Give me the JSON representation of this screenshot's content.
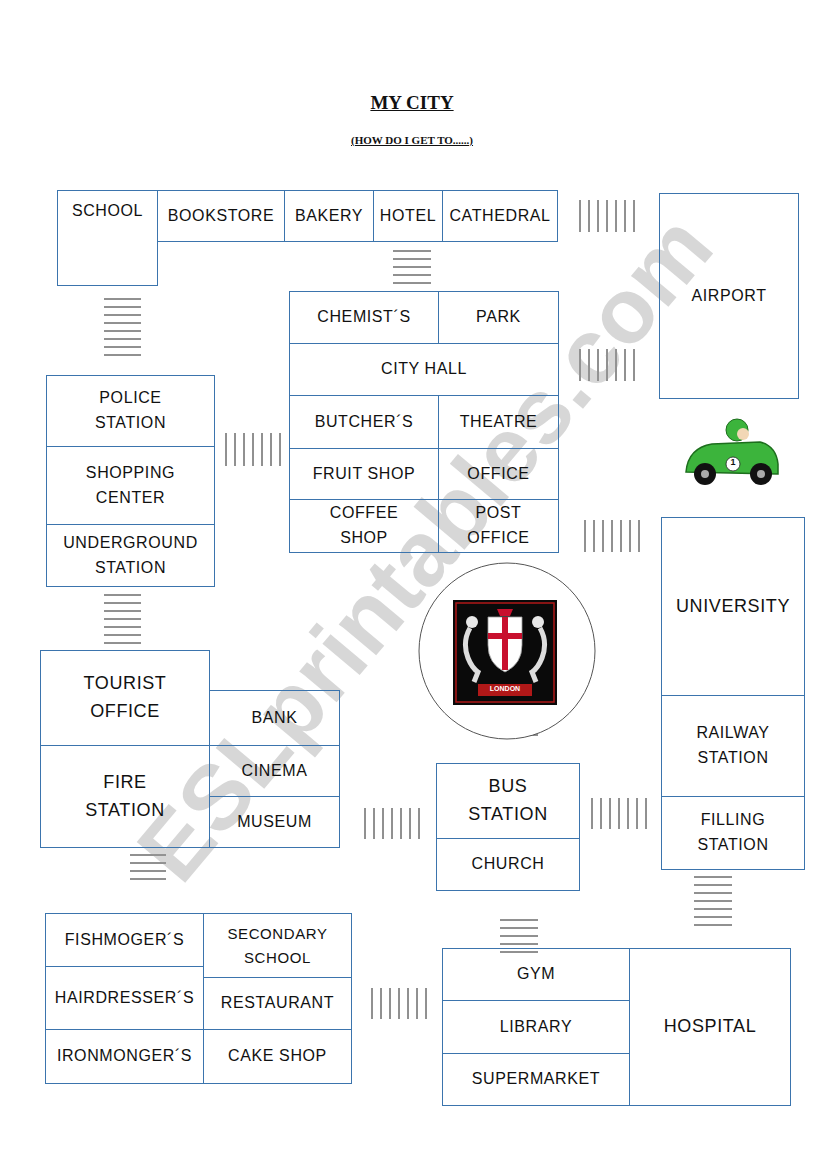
{
  "diagram": {
    "title": "MY CITY",
    "nodes": [
      {
        "text": [
          "SCHOOL"
        ]
      },
      {
        "text": [
          "BOOKSTORE"
        ]
      },
      {
        "text": [
          "BAKERY"
        ]
      },
      {
        "text": [
          "HOTEL"
        ]
      },
      {
        "text": [
          "CATHEDRAL"
        ]
      },
      {
        "text": [
          "AIRPORT"
        ]
      },
      {
        "text": [
          "CHEMIST´S"
        ]
      },
      {
        "text": [
          "PARK"
        ]
      },
      {
        "text": [
          "CITY HALL"
        ]
      },
      {
        "text": [
          "BUTCHER´S"
        ]
      },
      {
        "text": [
          "THEATRE"
        ]
      },
      {
        "text": [
          "FRUIT SHOP"
        ]
      },
      {
        "text": [
          "OFFICE"
        ]
      },
      {
        "text": [
          "COFFEE SHOP"
        ]
      },
      {
        "text": [
          "POST OFFICE"
        ]
      },
      {
        "text": [
          "POLICE STATION"
        ]
      },
      {
        "text": [
          "SHOPPING CENTER"
        ]
      },
      {
        "text": [
          "UNDERGROUND STATION"
        ]
      },
      {
        "text": [
          "TOURIST OFFICE"
        ]
      },
      {
        "text": [
          "FIRE STATION"
        ]
      },
      {
        "text": [
          "BANK"
        ]
      },
      {
        "text": [
          "CINEMA"
        ]
      },
      {
        "text": [
          "MUSEUM"
        ]
      },
      {
        "text": [
          "UNIVERSITY"
        ]
      },
      {
        "text": [
          "RAILWAY STATION"
        ]
      },
      {
        "text": [
          "FILLING STATION"
        ]
      },
      {
        "text": [
          "BUS STATION"
        ]
      },
      {
        "text": [
          "CHURCH"
        ]
      },
      {
        "text": [
          "FISHMOGER´S"
        ]
      },
      {
        "text": [
          "HAIRDRESSER´S"
        ]
      },
      {
        "text": [
          "IRONMONGER´S"
        ]
      },
      {
        "text": [
          "SECONDARY SCHOOL"
        ]
      },
      {
        "text": [
          "RESTAURANT"
        ]
      },
      {
        "text": [
          "CAKE SHOP"
        ]
      },
      {
        "text": [
          "GYM"
        ]
      },
      {
        "text": [
          "LIBRARY"
        ]
      },
      {
        "text": [
          "SUPERMARKET"
        ]
      },
      {
        "text": [
          "HOSPITAL"
        ]
      }
    ],
    "labels": [
      "(HOW DO I GET TO......)",
      "LONDON",
      "1",
      "ESLprintables.com"
    ]
  }
}
